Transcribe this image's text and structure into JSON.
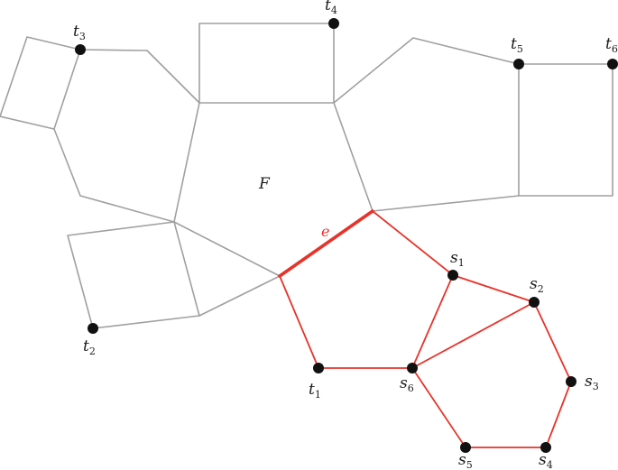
{
  "diagram": {
    "face_label": "F",
    "edge_label": "e",
    "colors": {
      "gray_edges": "#a0a0a0",
      "highlight": "#e8332a",
      "vertex": "#111111"
    },
    "terminals": [
      {
        "id": "t1",
        "base": "t",
        "sub": "1"
      },
      {
        "id": "t2",
        "base": "t",
        "sub": "2"
      },
      {
        "id": "t3",
        "base": "t",
        "sub": "3"
      },
      {
        "id": "t4",
        "base": "t",
        "sub": "4"
      },
      {
        "id": "t5",
        "base": "t",
        "sub": "5"
      },
      {
        "id": "t6",
        "base": "t",
        "sub": "6"
      }
    ],
    "sources": [
      {
        "id": "s1",
        "base": "s",
        "sub": "1"
      },
      {
        "id": "s2",
        "base": "s",
        "sub": "2"
      },
      {
        "id": "s3",
        "base": "s",
        "sub": "3"
      },
      {
        "id": "s4",
        "base": "s",
        "sub": "4"
      },
      {
        "id": "s5",
        "base": "s",
        "sub": "5"
      },
      {
        "id": "s6",
        "base": "s",
        "sub": "6"
      }
    ]
  }
}
